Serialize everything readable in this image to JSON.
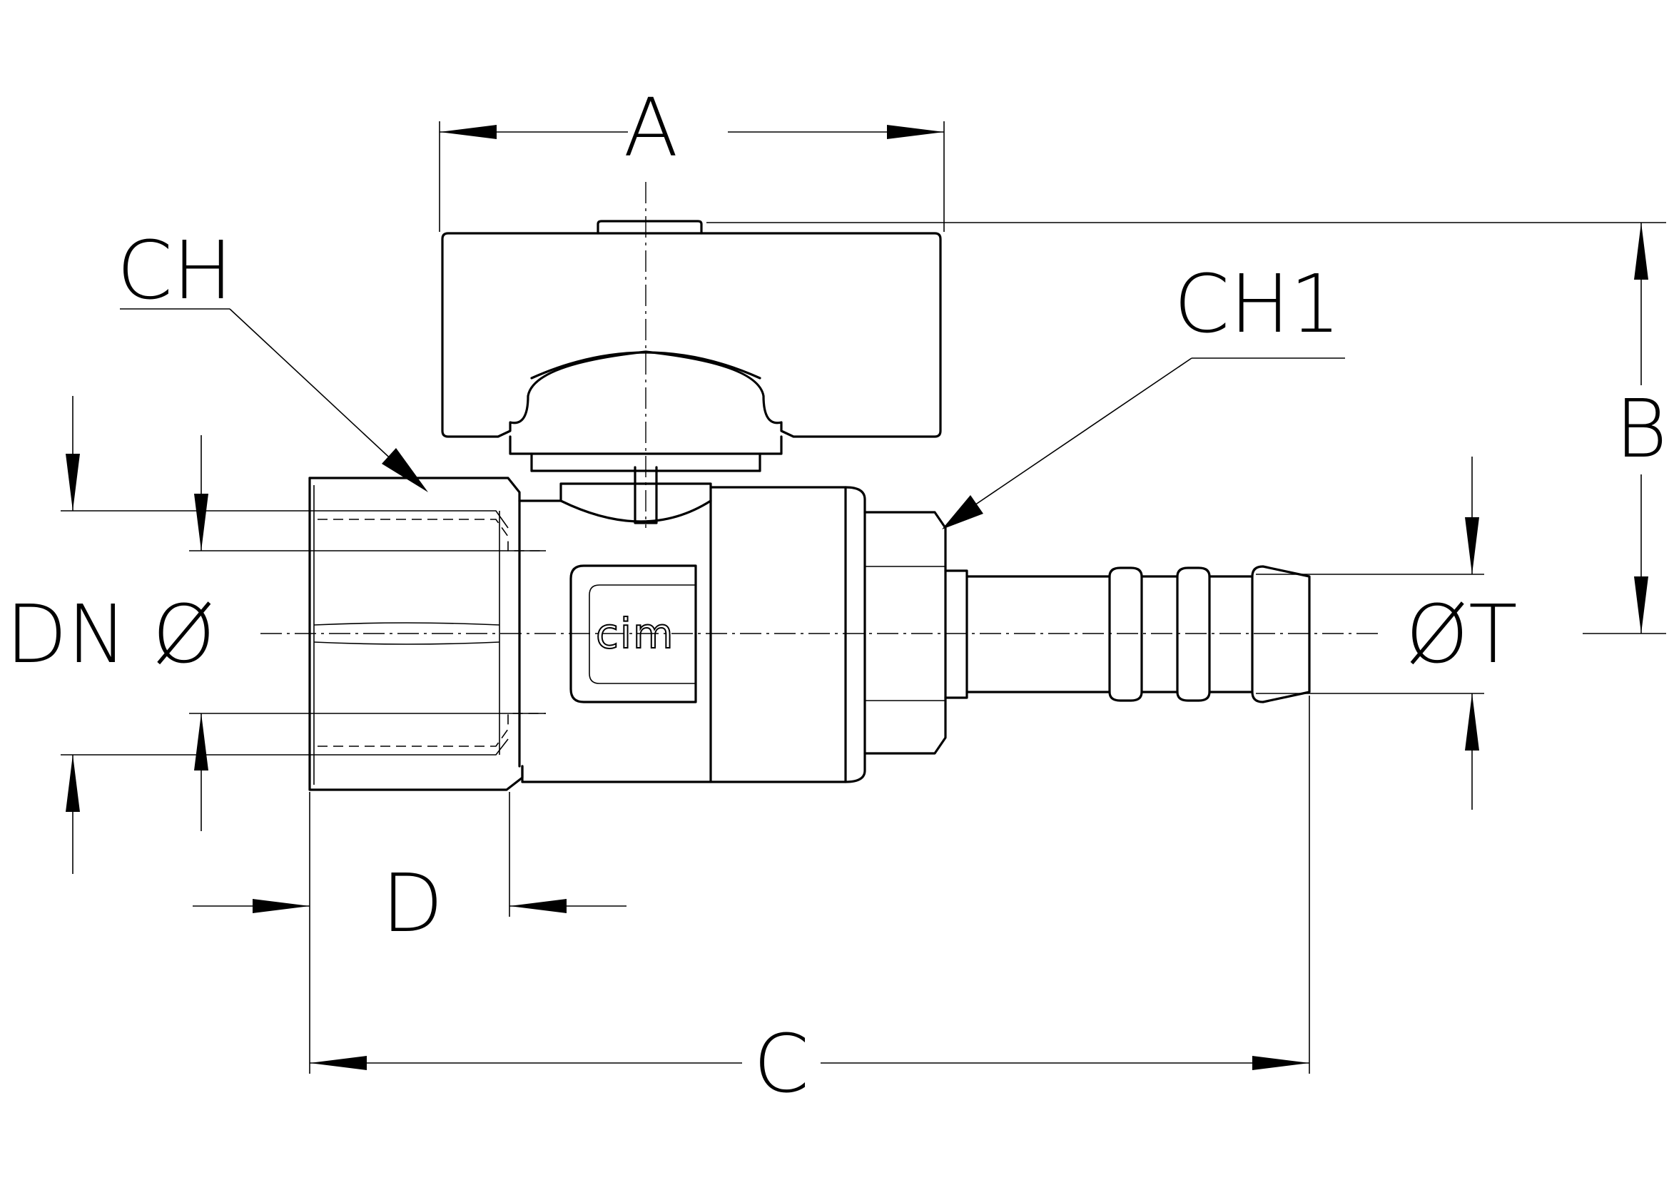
{
  "labels": {
    "a": "A",
    "b": "B",
    "c": "C",
    "d": "D",
    "ch": "CH",
    "ch1": "CH1",
    "dn": "DN Ø",
    "t": "ØT"
  },
  "logo_text": "cim",
  "colors": {
    "line": "#000000",
    "background": "#ffffff"
  }
}
